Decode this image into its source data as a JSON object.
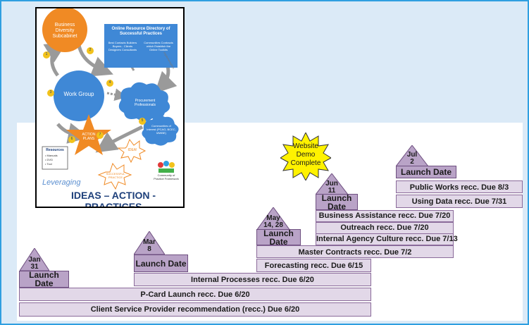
{
  "poster": {
    "business_diversity": "Business Diversity Subcabinet",
    "directory_title": "Online Resource Directory of Successful Practices",
    "directory_body_left": "Best Contacts Builders Buyers - Clients Designers Consultants",
    "directory_body_right": "Communities Contracts which Establish the Online Toolkits",
    "work_group": "Work Group",
    "procurement": "Procurement Professionals",
    "communities": "Communities of Interest (PCAG, BCEC, MWBE)",
    "action_plans": "ACTION PLANS",
    "idea": "IDEA!",
    "successful_practice": "SUCCESSFUL PRACTICE",
    "resources_title": "Resources",
    "resources": [
      "• Manuals",
      "• DVD",
      "• Tool"
    ],
    "sharing": "implementation",
    "leveraging": "Leveraging",
    "tagline": "IDEAS – ACTION - PRACTICES",
    "community_caption": "Community of Practice Framework",
    "numbers": [
      "1",
      "2",
      "3",
      "4",
      "5",
      "6",
      "7"
    ]
  },
  "starburst": {
    "text": "Website Demo Complete"
  },
  "milestones": [
    {
      "date": "Jan 31",
      "label": "Launch Date"
    },
    {
      "date": "Mar 8",
      "label": "Launch Date"
    },
    {
      "date": "May 14, 28",
      "label": "Launch Date"
    },
    {
      "date": "Jun 11",
      "label": "Launch Date"
    },
    {
      "date": "Jul 2",
      "label": "Launch Date"
    }
  ],
  "tasks": [
    "Client Service Provider recommendation (recc.) Due 6/20",
    "P-Card Launch recc. Due 6/20",
    "Internal Processes recc. Due 6/20",
    "Forecasting recc. Due 6/15",
    "Master Contracts recc. Due 7/2",
    "Internal Agency Culture recc. Due 7/13",
    "Outreach recc. Due 7/20",
    "Business Assistance recc. Due 7/20",
    "Using Data recc. Due 7/31",
    "Public Works recc. Due 8/3"
  ]
}
